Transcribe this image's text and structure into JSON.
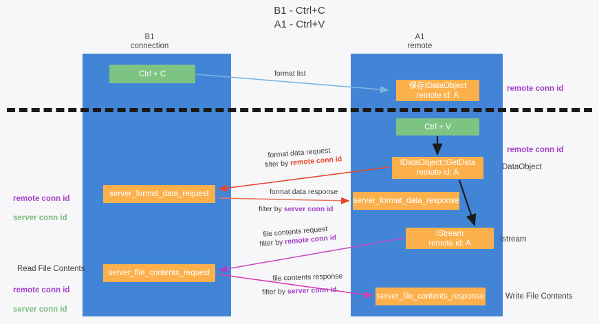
{
  "title": "B1 - Ctrl+C\nA1 - Ctrl+V",
  "lanes": [
    {
      "name": "b1",
      "header": "B1\nconnection"
    },
    {
      "name": "a1",
      "header": "A1\nremote"
    }
  ],
  "nodes": {
    "ctrl_c": "Ctrl + C",
    "save_idataobject": "保存IDataObject\nremote id: A",
    "ctrl_v": "Ctrl + V",
    "getdata": "IDataObject::GetData\nremote id: A",
    "server_format_data_request": "server_format_data_request",
    "server_format_data_response": "server_format_data_response",
    "istream": "IStream\nremote id: A",
    "server_file_contents_request": "server_file_contents_request",
    "server_file_contents_response": "server_file_contents_response"
  },
  "edge_labels": {
    "format_list": "format list",
    "format_data_request": "format data request",
    "format_data_request_filter_prefix": "filter by ",
    "format_data_request_filter_value": "remote conn id",
    "format_data_response": "format data response",
    "format_data_response_filter_prefix": "filter by ",
    "format_data_response_filter_value": "server conn id",
    "file_contents_request": "file contents request",
    "file_contents_request_filter_prefix": "filter by ",
    "file_contents_request_filter_value": "remote conn id",
    "file_contents_response": "file contents response",
    "file_contents_response_filter_prefix": "filter by ",
    "file_contents_response_filter_value": "server conn id"
  },
  "side_labels": {
    "right_remote_conn_id_top": "remote conn id",
    "right_remote_conn_id_mid": "remote conn id",
    "right_dataobject": "DataObject",
    "right_istream": "Istream",
    "right_write_file_contents": "Write File Contents",
    "left_remote_conn_id": "remote conn id",
    "left_server_conn_id": "server conn id",
    "left_read_file_contents": "Read File Contents",
    "left_remote_conn_id_2": "remote conn id",
    "left_server_conn_id_2": "server conn id"
  },
  "colors": {
    "lane": "#4285d6",
    "node_green": "#7dc382",
    "node_orange": "#fbb04c",
    "arrow_blue": "#7eb4e2",
    "arrow_red": "#e8452c",
    "arrow_magenta": "#d93fb0",
    "arrow_purple": "#a442c8",
    "arrow_black": "#1b1b1b",
    "text_purple": "#a442c8",
    "text_green": "#7bbd7f"
  }
}
